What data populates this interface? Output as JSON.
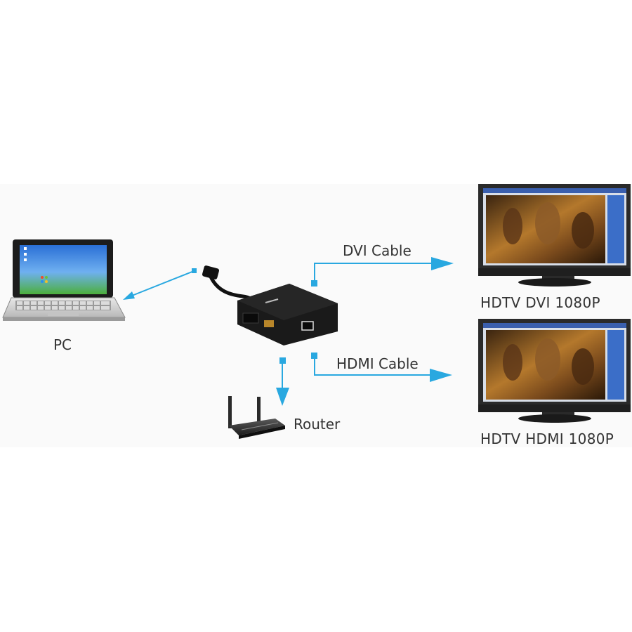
{
  "devices": {
    "pc": {
      "label": "PC"
    },
    "router": {
      "label": "Router"
    },
    "tv_dvi": {
      "label": "HDTV DVI 1080P"
    },
    "tv_hdmi": {
      "label": "HDTV HDMI 1080P"
    }
  },
  "connections": {
    "dvi_cable": {
      "label": "DVI Cable"
    },
    "hdmi_cable": {
      "label": "HDMI Cable"
    }
  },
  "colors": {
    "arrow": "#29a8e0",
    "adapter": "#1a1a1a",
    "screen_frame": "#2a2a2a",
    "label_text": "#333333"
  }
}
